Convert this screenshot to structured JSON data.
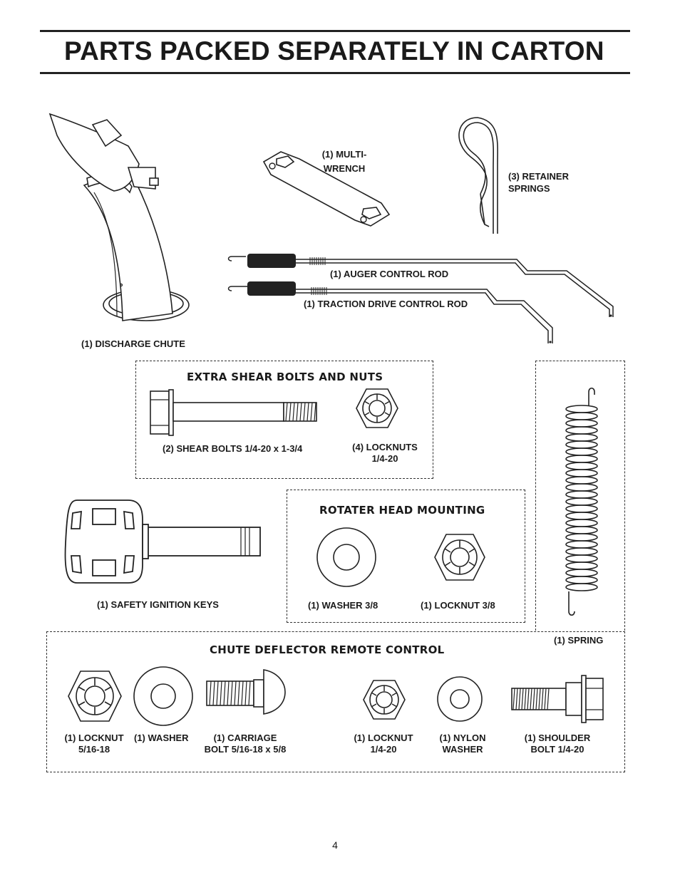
{
  "page": {
    "title": "PARTS PACKED SEPARATELY IN CARTON",
    "page_number": "4"
  },
  "parts": {
    "discharge_chute": "(1) DISCHARGE CHUTE",
    "multi_wrench_line1": "(1) MULTI-",
    "multi_wrench_line2": "WRENCH",
    "retainer_springs_line1": "(3) RETAINER",
    "retainer_springs_line2": "SPRINGS",
    "auger_control_rod": "(1) AUGER CONTROL ROD",
    "traction_drive_control_rod": "(1) TRACTION DRIVE CONTROL ROD",
    "safety_ignition_keys": "(1) SAFETY IGNITION KEYS",
    "spring": "(1) SPRING"
  },
  "shear_bolts_section": {
    "heading": "EXTRA SHEAR BOLTS AND NUTS",
    "shear_bolts": "(2) SHEAR BOLTS  1/4-20 x 1-3/4",
    "locknuts_line1": "(4) LOCKNUTS",
    "locknuts_line2": "1/4-20"
  },
  "rotater_section": {
    "heading": "ROTATER HEAD MOUNTING",
    "washer": "(1) WASHER  3/8",
    "locknut": "(1) LOCKNUT  3/8"
  },
  "chute_deflector_section": {
    "heading": "CHUTE DEFLECTOR REMOTE CONTROL",
    "locknut_516_line1": "(1) LOCKNUT",
    "locknut_516_line2": "5/16-18",
    "washer": "(1) WASHER",
    "carriage_bolt_line1": "(1) CARRIAGE",
    "carriage_bolt_line2": "BOLT  5/16-18 x 5/8",
    "locknut_14_line1": "(1) LOCKNUT",
    "locknut_14_line2": "1/4-20",
    "nylon_washer_line1": "(1) NYLON",
    "nylon_washer_line2": "WASHER",
    "shoulder_bolt_line1": "(1) SHOULDER",
    "shoulder_bolt_line2": "BOLT  1/4-20"
  }
}
